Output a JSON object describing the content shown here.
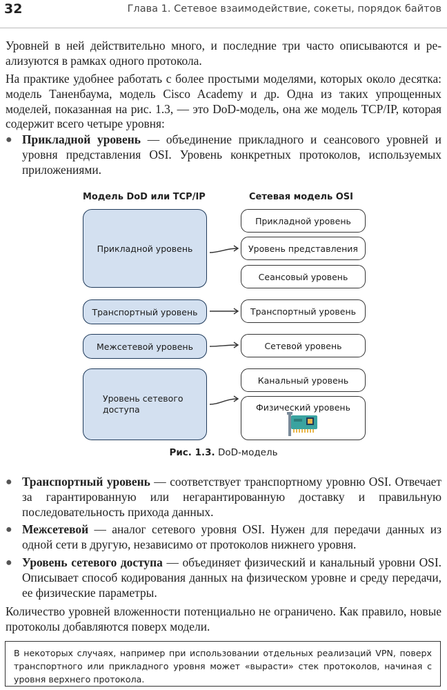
{
  "header": {
    "page_number": "32",
    "running_head": "Глава 1. Сетевое взаимодействие, сокеты, порядок байтов"
  },
  "paragraphs": {
    "p1": "Уровней в ней действительно много, и последние три часто описываются и ре­ализуются в рамках одного протокола.",
    "p2": "На практике удобнее работать с более простыми моделями, которых около де­сятка: модель Таненбаума, модель Cisco Academy и др. Одна из таких упрощен­ных моделей, показанная на рис. 1.3, — это DoD-модель, она же модель TCP/IP, которая содержит всего четыре уровня:",
    "p3": "Количество уровней вложенности потенциально не ограничено. Как правило, новые протоколы добавляются поверх модели."
  },
  "bullet_top": {
    "term": "Прикладной уровень",
    "text": " — объединение прикладного и сеансового уровней и уровня представления OSI. Уровень конкретных протоколов, используемых приложениями."
  },
  "bullets_bottom": [
    {
      "term": "Транспортный уровень",
      "text": " — соответствует транспортному уровню OSI. От­вечает за гарантированную или негарантированную доставку и правильную последовательность прихода данных."
    },
    {
      "term": "Межсетевой",
      "text": " — аналог сетевого уровня OSI. Нужен для передачи данных из одной сети в другую, независимо от протоколов нижнего уровня."
    },
    {
      "term": "Уровень сетевого доступа",
      "text": " — объединяет физический и канальный уровни OSI. Описывает способ кодирования данных на физическом уровне и среду передачи, ее физические параметры."
    }
  ],
  "figure": {
    "left_title": "Модель DoD или TCP/IP",
    "right_title": "Сетевая модель OSI",
    "dod_layers": {
      "application": "Прикладной уровень",
      "transport": "Транспортный уровень",
      "internet": "Межсетевой уровень",
      "network_access": "Уровень сетевого доступа"
    },
    "osi_layers": {
      "application": "Прикладной уровень",
      "presentation": "Уровень представления",
      "session": "Сеансовый уровень",
      "transport": "Транспортный уровень",
      "network": "Сетевой уровень",
      "datalink": "Канальный уровень",
      "physical": "Физический уровень"
    },
    "caption_label": "Рис. 1.3.",
    "caption_text": " DoD-модель",
    "colors": {
      "dod_fill": "#d3e0f0",
      "dod_border": "#1f3a5a",
      "card_teal": "#3aa3a0"
    },
    "physical_icon": "network-card-icon"
  },
  "note": "В некоторых случаях, например при использовании отдельных реализаций VPN, поверх транспортного или прикладного уровня может «вырасти» стек протоколов, начиная с уровня верхнего протокола."
}
